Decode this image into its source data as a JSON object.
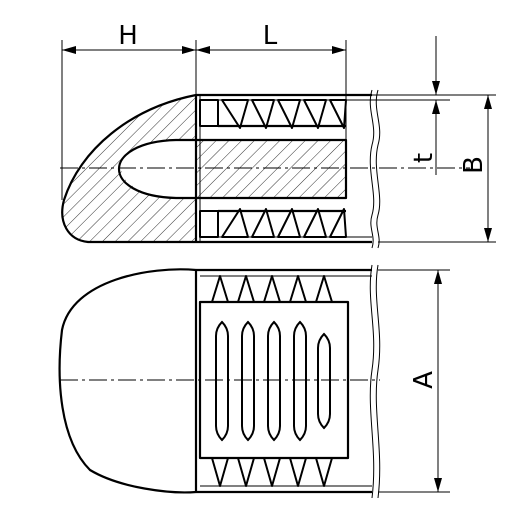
{
  "dimensions": {
    "H": "H",
    "L": "L",
    "t": "t",
    "B": "B",
    "A": "A"
  }
}
